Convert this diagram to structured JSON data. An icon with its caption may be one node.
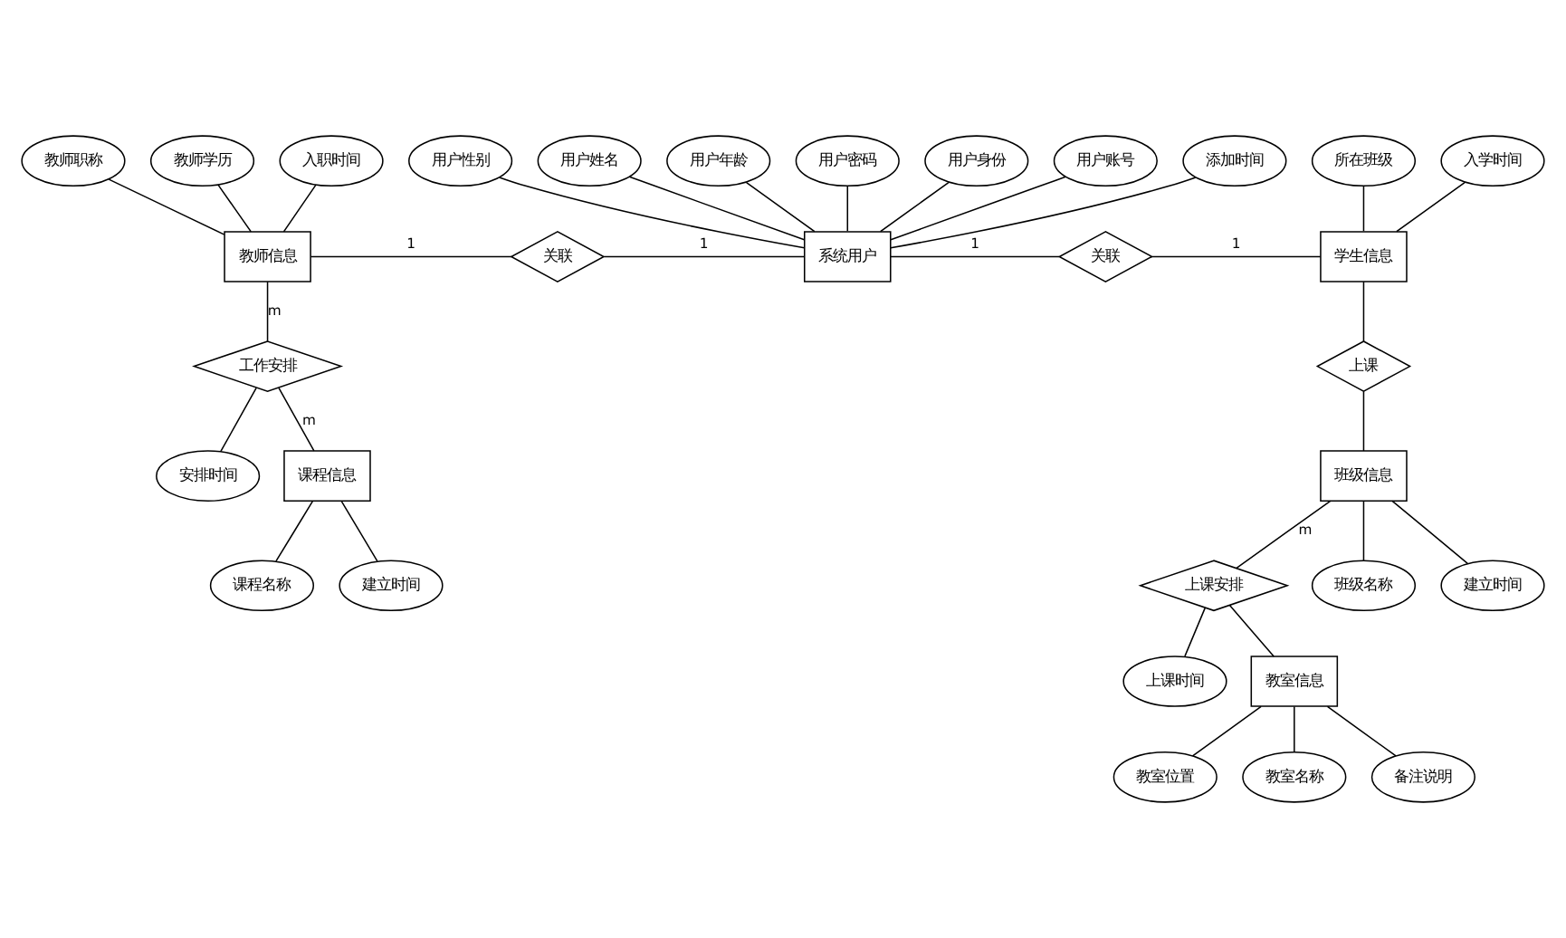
{
  "diagram": {
    "nodes": [
      {
        "text": [
          "教师职称"
        ]
      },
      {
        "text": [
          "教师学历"
        ]
      },
      {
        "text": [
          "入职时间"
        ]
      },
      {
        "text": [
          "用户性别"
        ]
      },
      {
        "text": [
          "用户姓名"
        ]
      },
      {
        "text": [
          "用户年龄"
        ]
      },
      {
        "text": [
          "用户密码"
        ]
      },
      {
        "text": [
          "用户身份"
        ]
      },
      {
        "text": [
          "用户账号"
        ]
      },
      {
        "text": [
          "添加时间"
        ]
      },
      {
        "text": [
          "所在班级"
        ]
      },
      {
        "text": [
          "入学时间"
        ]
      },
      {
        "text": [
          "教师信息"
        ]
      },
      {
        "text": [
          "关联"
        ]
      },
      {
        "text": [
          "系统用户"
        ]
      },
      {
        "text": [
          "关联"
        ]
      },
      {
        "text": [
          "学生信息"
        ]
      },
      {
        "text": [
          "安排时间"
        ]
      },
      {
        "text": [
          "上课"
        ]
      },
      {
        "text": [
          "工作安排"
        ]
      },
      {
        "text": [
          "课程信息"
        ]
      },
      {
        "text": [
          "班级信息"
        ]
      },
      {
        "text": [
          "上课安排"
        ]
      },
      {
        "text": [
          "上课时间"
        ]
      },
      {
        "text": [
          "教室信息"
        ]
      },
      {
        "text": [
          "教室位置"
        ]
      },
      {
        "text": [
          "教室名称"
        ]
      },
      {
        "text": [
          "课程名称"
        ]
      },
      {
        "text": [
          "建立时间"
        ]
      },
      {
        "text": [
          "备注说明"
        ]
      },
      {
        "text": [
          "班级名称"
        ]
      },
      {
        "text": [
          "建立时间"
        ]
      }
    ],
    "edges": [
      {
        "from": 0,
        "to": 12,
        "arrow": "none"
      },
      {
        "from": 1,
        "to": 12,
        "arrow": "none"
      },
      {
        "from": 2,
        "to": 12,
        "arrow": "none"
      },
      {
        "from": 3,
        "to": 14,
        "arrow": "none"
      },
      {
        "from": 4,
        "to": 14,
        "arrow": "none"
      },
      {
        "from": 5,
        "to": 14,
        "arrow": "none"
      },
      {
        "from": 6,
        "to": 14,
        "arrow": "none"
      },
      {
        "from": 7,
        "to": 14,
        "arrow": "none"
      },
      {
        "from": 8,
        "to": 14,
        "arrow": "none"
      },
      {
        "from": 9,
        "to": 14,
        "arrow": "none"
      },
      {
        "from": 10,
        "to": 16,
        "arrow": "none"
      },
      {
        "from": 11,
        "to": 16,
        "arrow": "none"
      },
      {
        "from": 12,
        "to": 13,
        "label": "1",
        "arrow": "none"
      },
      {
        "from": 13,
        "to": 14,
        "label": "1",
        "arrow": "none"
      },
      {
        "from": 14,
        "to": 15,
        "label": "1",
        "arrow": "none"
      },
      {
        "from": 15,
        "to": 16,
        "label": "1",
        "arrow": "none"
      },
      {
        "from": 12,
        "to": 19,
        "label": "m",
        "arrow": "none"
      },
      {
        "from": 19,
        "to": 20,
        "label": "m",
        "arrow": "none"
      },
      {
        "from": 19,
        "to": 17,
        "arrow": "none"
      },
      {
        "from": 16,
        "to": 18,
        "arrow": "none"
      },
      {
        "from": 18,
        "to": 21,
        "arrow": "none"
      },
      {
        "from": 21,
        "to": 22,
        "label": "m",
        "arrow": "none"
      },
      {
        "from": 22,
        "to": 23,
        "arrow": "none"
      },
      {
        "from": 22,
        "to": 24,
        "arrow": "none"
      },
      {
        "from": 24,
        "to": 25,
        "arrow": "none"
      },
      {
        "from": 24,
        "to": 26,
        "arrow": "none"
      },
      {
        "from": 20,
        "to": 27,
        "arrow": "none"
      },
      {
        "from": 20,
        "to": 28,
        "arrow": "none"
      },
      {
        "from": 24,
        "to": 29,
        "arrow": "none"
      },
      {
        "from": 21,
        "to": 30,
        "arrow": "none"
      },
      {
        "from": 21,
        "to": 31,
        "arrow": "none"
      }
    ]
  }
}
